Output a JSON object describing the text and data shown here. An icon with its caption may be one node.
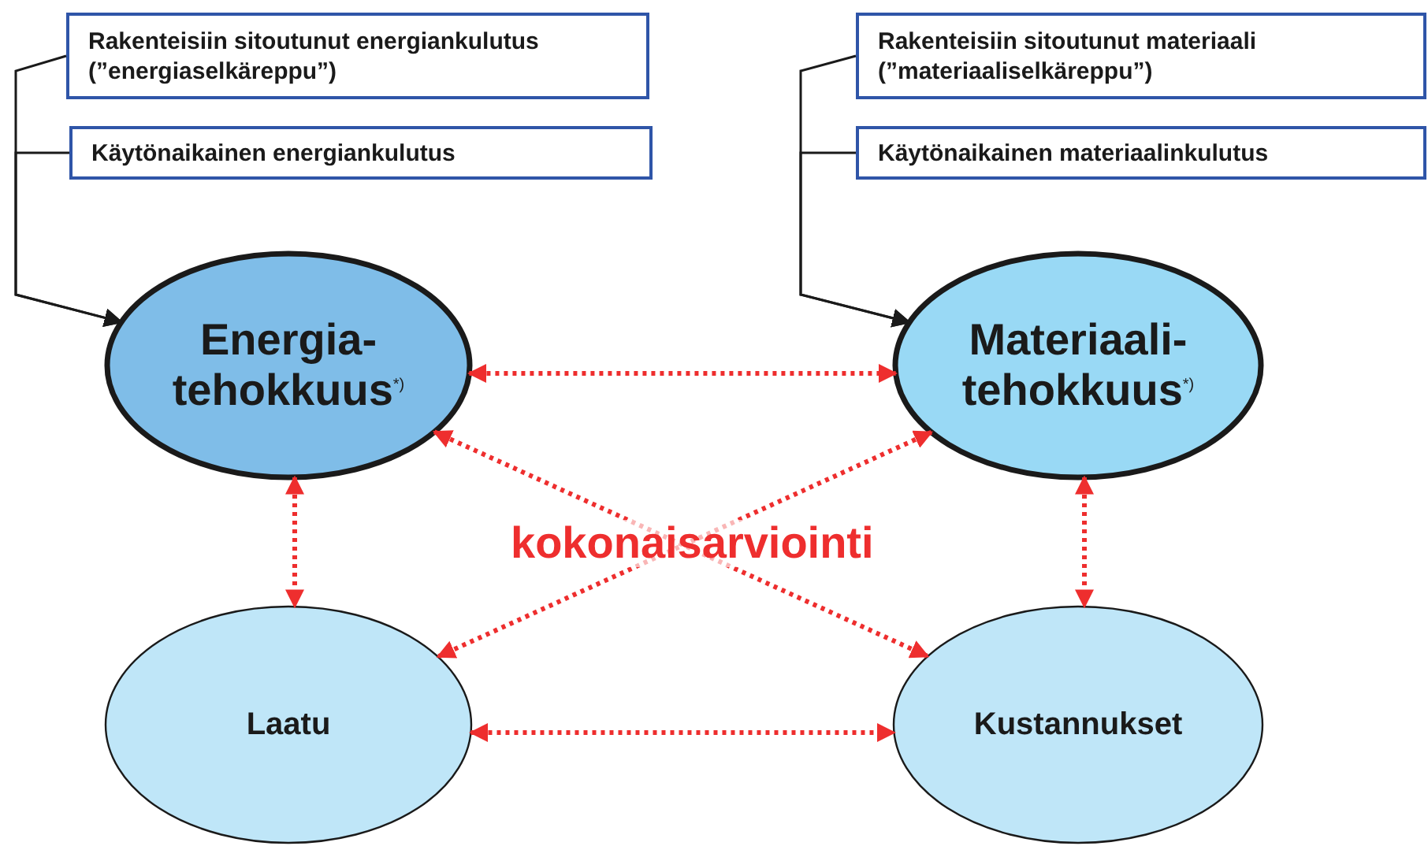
{
  "diagram": {
    "nodes": [
      {
        "text": [
          "Rakenteisiin sitoutunut energiankulutus (”energiaselkäreppu”)"
        ]
      },
      {
        "text": [
          "Käytönaikainen energiankulutus"
        ]
      },
      {
        "text": [
          "Rakenteisiin sitoutunut materiaali (”materiaaliselkäreppu”)"
        ]
      },
      {
        "text": [
          "Käytönaikainen materiaalinkulutus"
        ]
      },
      {
        "text": [
          "Energia- tehokkuus$^{*)}$"
        ]
      },
      {
        "text": [
          "Materiaali- tehokkuus$^{*)}$"
        ]
      },
      {
        "text": [
          "Laatu"
        ]
      },
      {
        "text": [
          "Kustannukset"
        ]
      }
    ],
    "edges": [
      {
        "from": 0,
        "to": 4,
        "arrow": "to",
        "color": "#1a1a1a"
      },
      {
        "from": 1,
        "to": 4,
        "arrow": "to",
        "color": "#1a1a1a"
      },
      {
        "from": 2,
        "to": 5,
        "arrow": "to",
        "color": "#1a1a1a"
      },
      {
        "from": 3,
        "to": 5,
        "arrow": "to",
        "color": "#1a1a1a"
      },
      {
        "from": 4,
        "to": 5,
        "arrow": "both",
        "style": "dashed"
      },
      {
        "from": 4,
        "to": 6,
        "arrow": "both",
        "style": "dashed"
      },
      {
        "from": 4,
        "to": 7,
        "arrow": "both",
        "style": "dashed"
      },
      {
        "from": 5,
        "to": 6,
        "arrow": "both",
        "style": "dashed"
      },
      {
        "from": 5,
        "to": 7,
        "arrow": "both",
        "style": "dashed"
      },
      {
        "from": 6,
        "to": 7,
        "arrow": "both",
        "style": "dashed"
      }
    ],
    "labels": [
      "kokonaisarviointi"
    ]
  }
}
